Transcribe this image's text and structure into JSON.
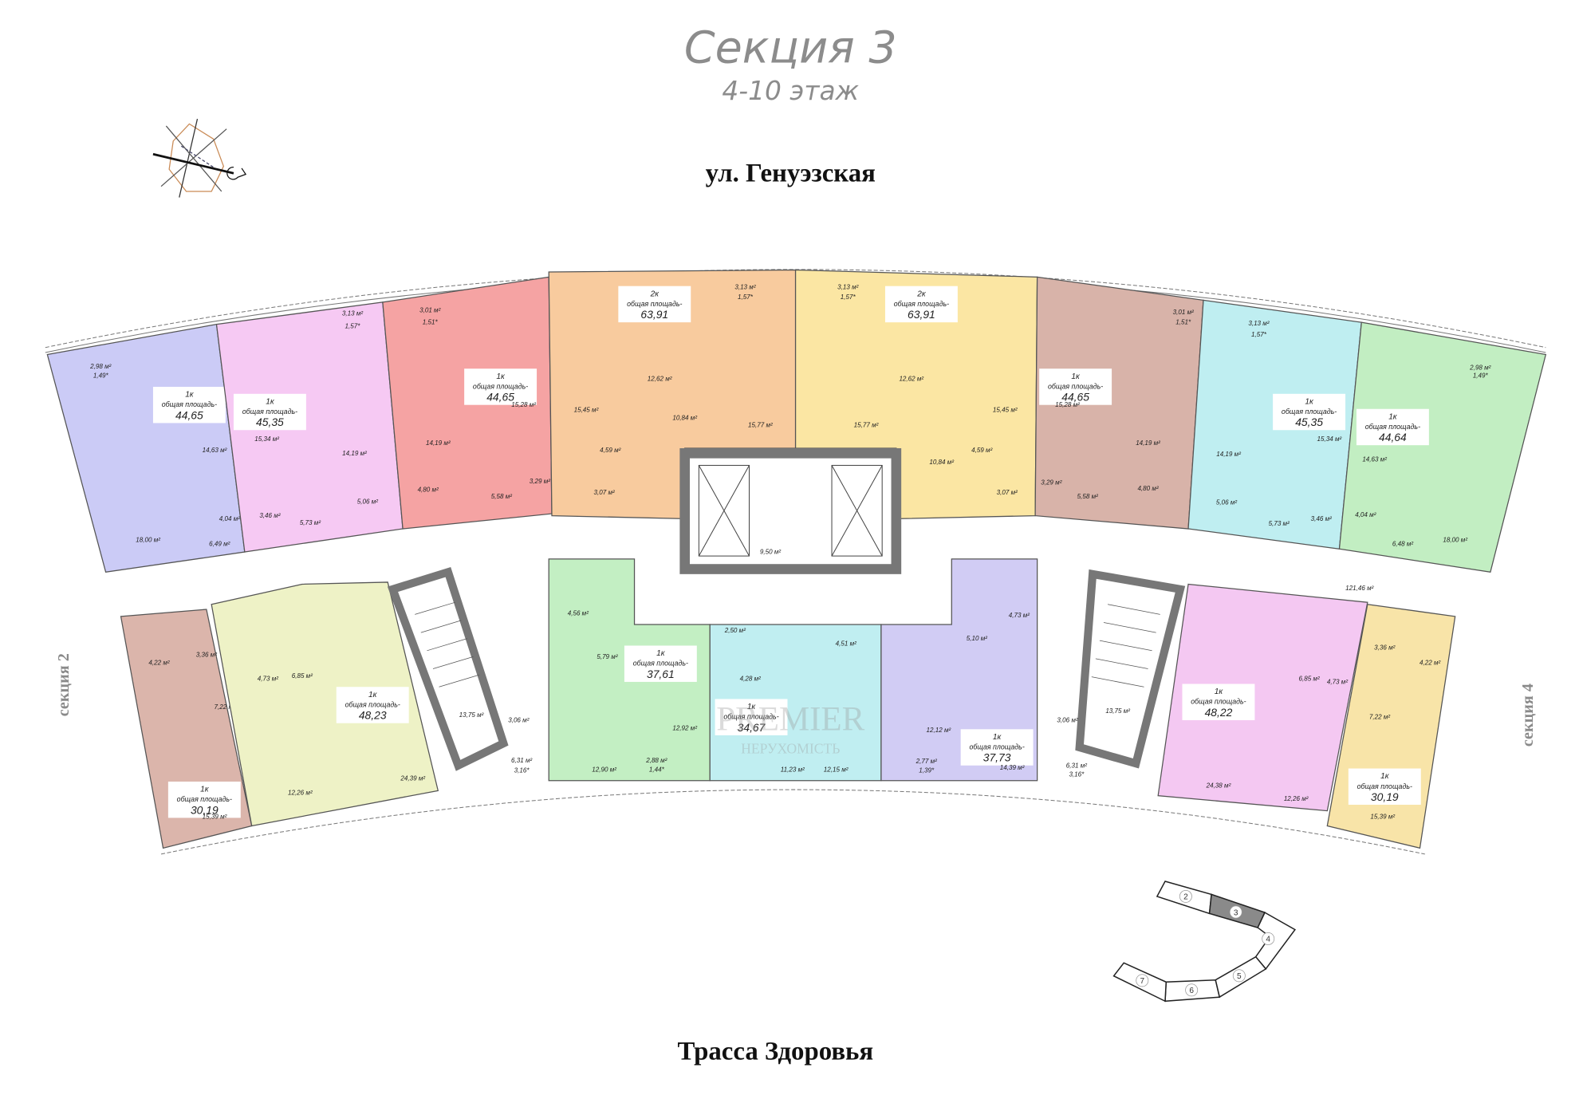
{
  "header": {
    "title": "Секция 3",
    "floors": "4-10 этаж",
    "street_top": "ул. Генуэзская",
    "street_bottom": "Трасса Здоровья",
    "left_section": "секция 2",
    "right_section": "секция 4"
  },
  "watermark": {
    "brand": "PREMIER",
    "sub": "НЕРУХОМІСТЬ"
  },
  "area_label": "общая площадь-",
  "apartments": [
    {
      "type": "1к",
      "total": "44,65",
      "color": "#cbcbf6",
      "rooms": [
        "2,98 м²",
        "1,49*",
        "14,63 м²",
        "4,04 м²",
        "18,00 м²",
        "6,49 м²"
      ]
    },
    {
      "type": "1к",
      "total": "45,35",
      "color": "#f6c9f3",
      "rooms": [
        "3,13 м²",
        "1,57*",
        "15,34 м²",
        "14,19 м²",
        "5,06 м²",
        "3,46 м²",
        "5,73 м²"
      ]
    },
    {
      "type": "1к",
      "total": "44,65",
      "color": "#f5a3a3",
      "rooms": [
        "3,01 м²",
        "1,51*",
        "15,28 м²",
        "14,19 м²",
        "4,80 м²",
        "5,58 м²",
        "3,29 м²"
      ]
    },
    {
      "type": "2к",
      "total": "63,91",
      "color": "#f8cb9e",
      "rooms": [
        "3,13 м²",
        "1,57*",
        "12,62 м²",
        "15,45 м²",
        "10,84 м²",
        "15,77 м²",
        "4,59 м²",
        "3,07 м²"
      ]
    },
    {
      "type": "2к",
      "total": "63,91",
      "color": "#fbe6a3",
      "rooms": [
        "3,13 м²",
        "1,57*",
        "15,77 м²",
        "12,62 м²",
        "15,45 м²",
        "4,59 м²",
        "10,84 м²",
        "3,07 м²"
      ]
    },
    {
      "type": "1к",
      "total": "44,65",
      "color": "#d8b3a9",
      "rooms": [
        "3,01 м²",
        "1,51*",
        "15,28 м²",
        "14,19 м²",
        "4,80 м²",
        "3,29 м²",
        "5,58 м²"
      ]
    },
    {
      "type": "1к",
      "total": "45,35",
      "color": "#bfeef1",
      "rooms": [
        "3,13 м²",
        "1,57*",
        "15,34 м²",
        "14,19 м²",
        "5,06 м²",
        "5,73 м²",
        "3,46 м²"
      ]
    },
    {
      "type": "1к",
      "total": "44,64",
      "color": "#c2eec2",
      "rooms": [
        "2,98 м²",
        "1,49*",
        "14,63 м²",
        "4,04 м²",
        "6,48 м²",
        "18,00 м²"
      ]
    },
    {
      "type": "1к",
      "total": "30,19",
      "color": "#dbb5ab",
      "rooms": [
        "3,36 м²",
        "4,22 м²",
        "7,22 м²",
        "15,39 м²"
      ]
    },
    {
      "type": "1к",
      "total": "48,23",
      "color": "#eef2c6",
      "rooms": [
        "4,73 м²",
        "6,85 м²",
        "24,39 м²",
        "12,26 м²"
      ]
    },
    {
      "type": "1к",
      "total": "37,61",
      "color": "#c3efc3",
      "rooms": [
        "4,56 м²",
        "5,79 м²",
        "12,92 м²",
        "2,88 м²",
        "1,44*",
        "12,90 м²"
      ]
    },
    {
      "type": "1к",
      "total": "34,67",
      "color": "#c0eef1",
      "rooms": [
        "2,50 м²",
        "4,28 м²",
        "4,51 м²",
        "11,23 м²",
        "12,15 м²"
      ]
    },
    {
      "type": "1к",
      "total": "37,73",
      "color": "#d1ccf4",
      "rooms": [
        "4,73 м²",
        "5,10 м²",
        "12,12 м²",
        "2,77 м²",
        "1,39*",
        "14,39 м²"
      ]
    },
    {
      "type": "1к",
      "total": "48,22",
      "color": "#f4c8f2",
      "rooms": [
        "6,85 м²",
        "4,73 м²",
        "24,38 м²",
        "12,26 м²"
      ]
    },
    {
      "type": "1к",
      "total": "30,19",
      "color": "#f8e4a8",
      "rooms": [
        "3,36 м²",
        "4,22 м²",
        "7,22 м²",
        "15,39 м²"
      ]
    }
  ],
  "common_areas": [
    "9,50 м²",
    "13,75 м²",
    "3,06 м²",
    "6,31 м²",
    "3,16*",
    "13,75 м²",
    "3,06 м²",
    "6,31 м²",
    "3,16*",
    "121,46 м²"
  ],
  "key_plan": {
    "sections": [
      "2",
      "3",
      "4",
      "5",
      "6",
      "7"
    ],
    "current": "3",
    "highlight_color": "#8a8a8a"
  }
}
